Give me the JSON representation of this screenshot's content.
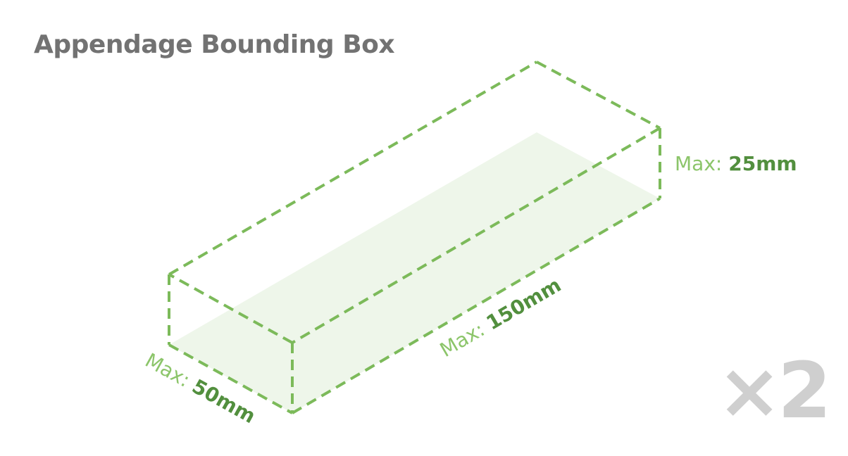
{
  "title": "Appendage Bounding Box",
  "colors": {
    "edge": "#7cba5a",
    "prefix_text": "#8cc56a",
    "value_text": "#528f3e",
    "floor_fill": "#eef6ea",
    "title_text": "#727272",
    "multiplier_text": "#cfcfcf"
  },
  "dimensions": {
    "height": {
      "prefix": "Max: ",
      "value": "25mm"
    },
    "length": {
      "prefix": "Max: ",
      "value": "150mm"
    },
    "width": {
      "prefix": "Max: ",
      "value": "50mm"
    }
  },
  "multiplier": "×2"
}
